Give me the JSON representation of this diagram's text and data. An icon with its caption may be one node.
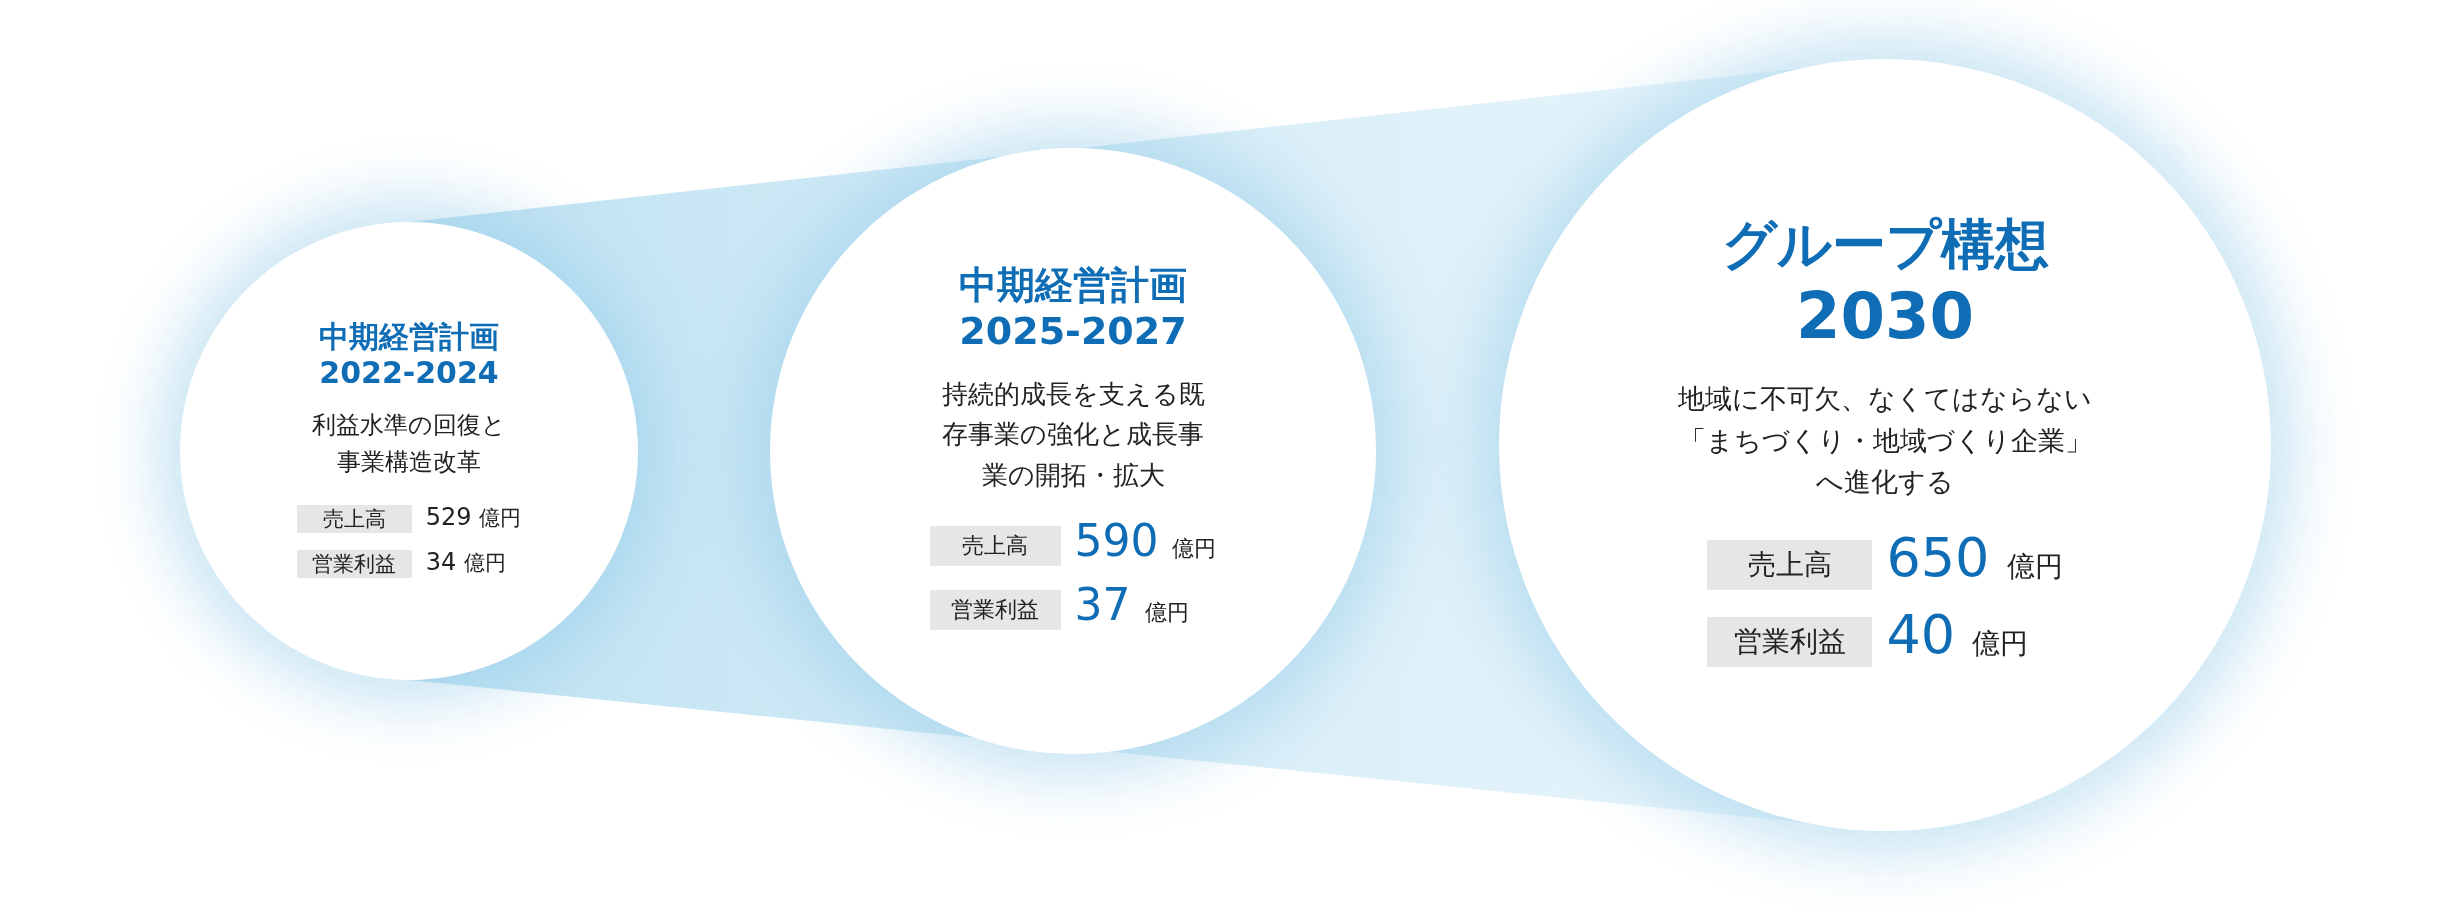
{
  "diagram": {
    "nodes": [
      {
        "text": [
          "中期経営計画",
          "2022-2024",
          "利益水準の回復と事業構造改革",
          "売上高",
          "529 億円",
          "営業利益",
          "34 億円"
        ]
      },
      {
        "text": [
          "中期経営計画",
          "2025-2027",
          "持続的成長を支える既存事業の強化と成長事業の開拓・拡大",
          "売上高",
          "590 億円",
          "営業利益",
          "37 億円"
        ]
      },
      {
        "text": [
          "グループ構想",
          "2030",
          "地域に不可欠、なくてはならない「まちづくり・地域づくり企業」へ進化する",
          "売上高",
          "650 億円",
          "営業利益",
          "40 億円"
        ]
      }
    ],
    "edges": []
  }
}
